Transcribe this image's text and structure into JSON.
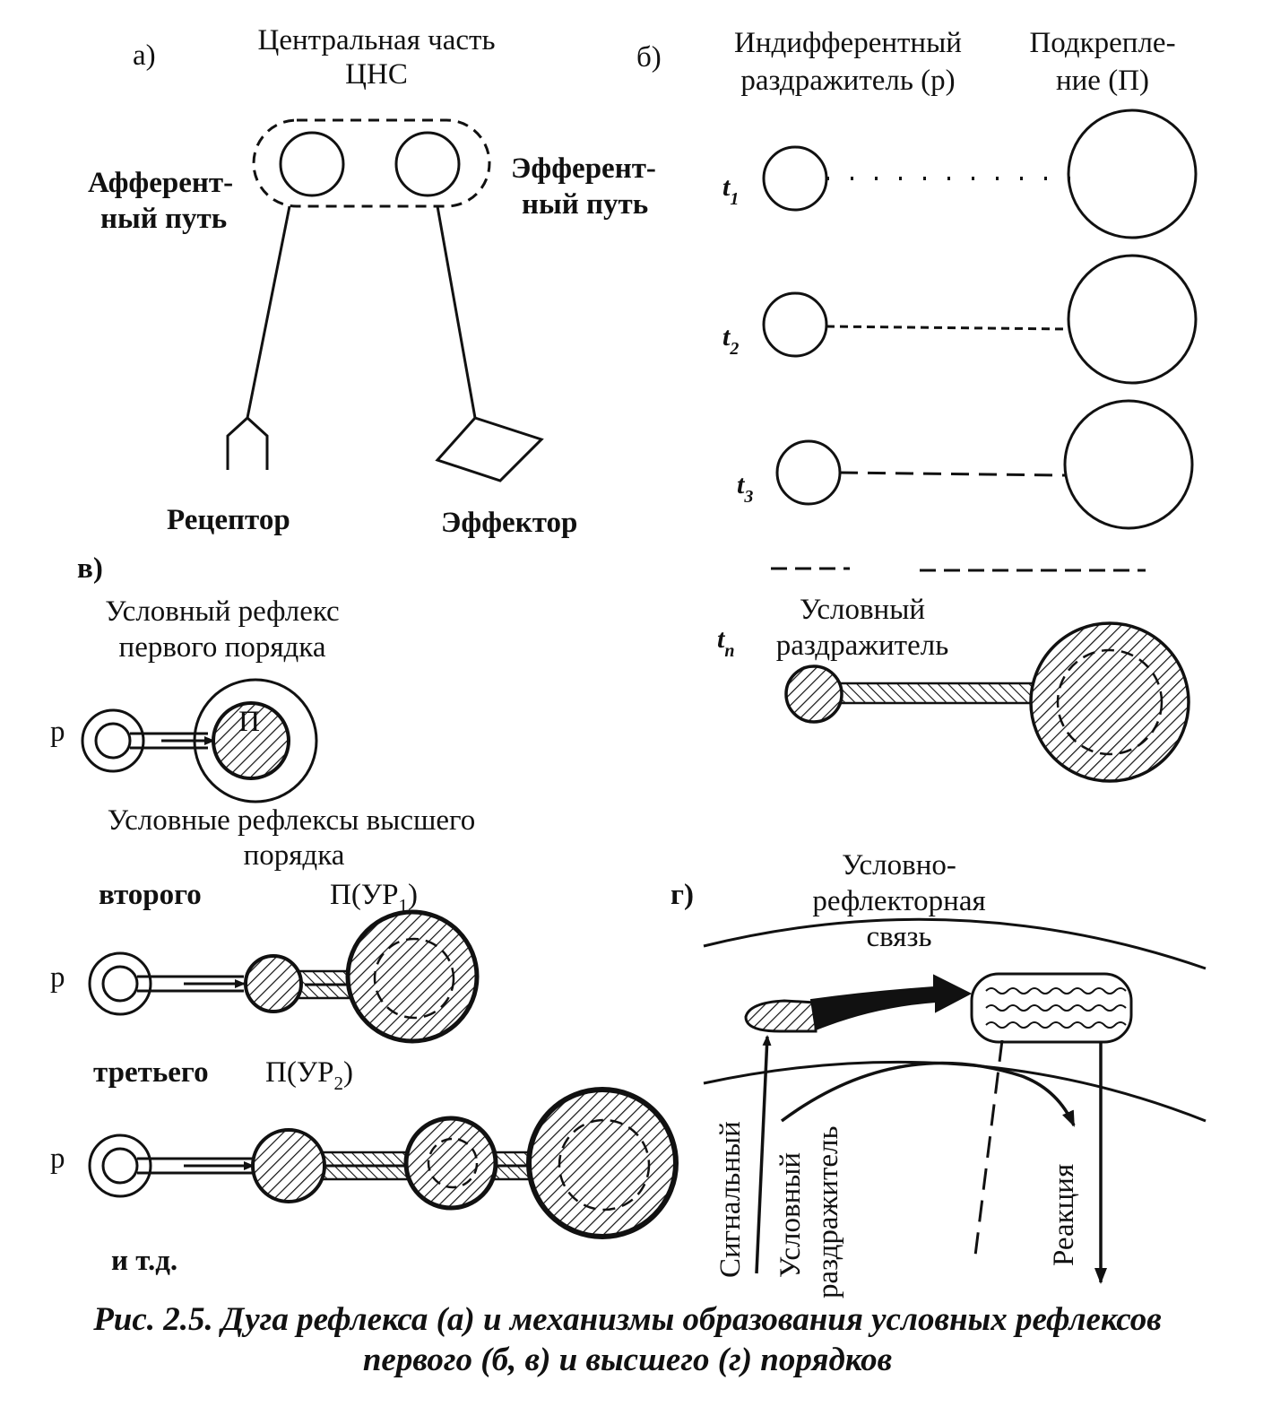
{
  "panel_a": {
    "label": "а)",
    "cns_title_1": "Центральная часть",
    "cns_title_2": "ЦНС",
    "afferent_1": "Афферент-",
    "afferent_2": "ный путь",
    "efferent_1": "Эфферент-",
    "efferent_2": "ный путь",
    "receptor": "Рецептор",
    "effector": "Эффектор"
  },
  "panel_b": {
    "label": "б)",
    "indifferent_1": "Индифферентный",
    "indifferent_2": "раздражитель (р)",
    "reinforcement_1": "Подкрепле-",
    "reinforcement_2": "ние (П)",
    "t1": "t",
    "t1_sub": "1",
    "t2": "t",
    "t2_sub": "2",
    "t3": "t",
    "t3_sub": "3",
    "tn": "t",
    "tn_sub": "n",
    "conditioned_1": "Условный",
    "conditioned_2": "раздражитель"
  },
  "panel_v": {
    "label": "в)",
    "first_order_1": "Условный рефлекс",
    "first_order_2": "первого порядка",
    "p1": "р",
    "P_inner": "П",
    "higher_1": "Условные рефлексы высшего",
    "higher_2": "порядка",
    "second": "второго",
    "pur1": "П(УР",
    "pur1_sub": "1",
    "pur1_close": ")",
    "p2": "р",
    "third": "третьего",
    "pur2": "П(УР",
    "pur2_sub": "2",
    "pur2_close": ")",
    "p3": "р",
    "etc": "и т.д."
  },
  "panel_g": {
    "label": "г)",
    "link_1": "Условно-",
    "link_2": "рефлекторная",
    "link_3": "связь",
    "signal": "Сигнальный",
    "cond_1": "Условный",
    "cond_2": "раздражитель",
    "reaction": "Реакция"
  },
  "caption": {
    "line_1": "Рис. 2.5. Дуга рефлекса (а) и механизмы образования условных рефлексов",
    "line_2": "первого (б, в) и высшего (г) порядков"
  }
}
